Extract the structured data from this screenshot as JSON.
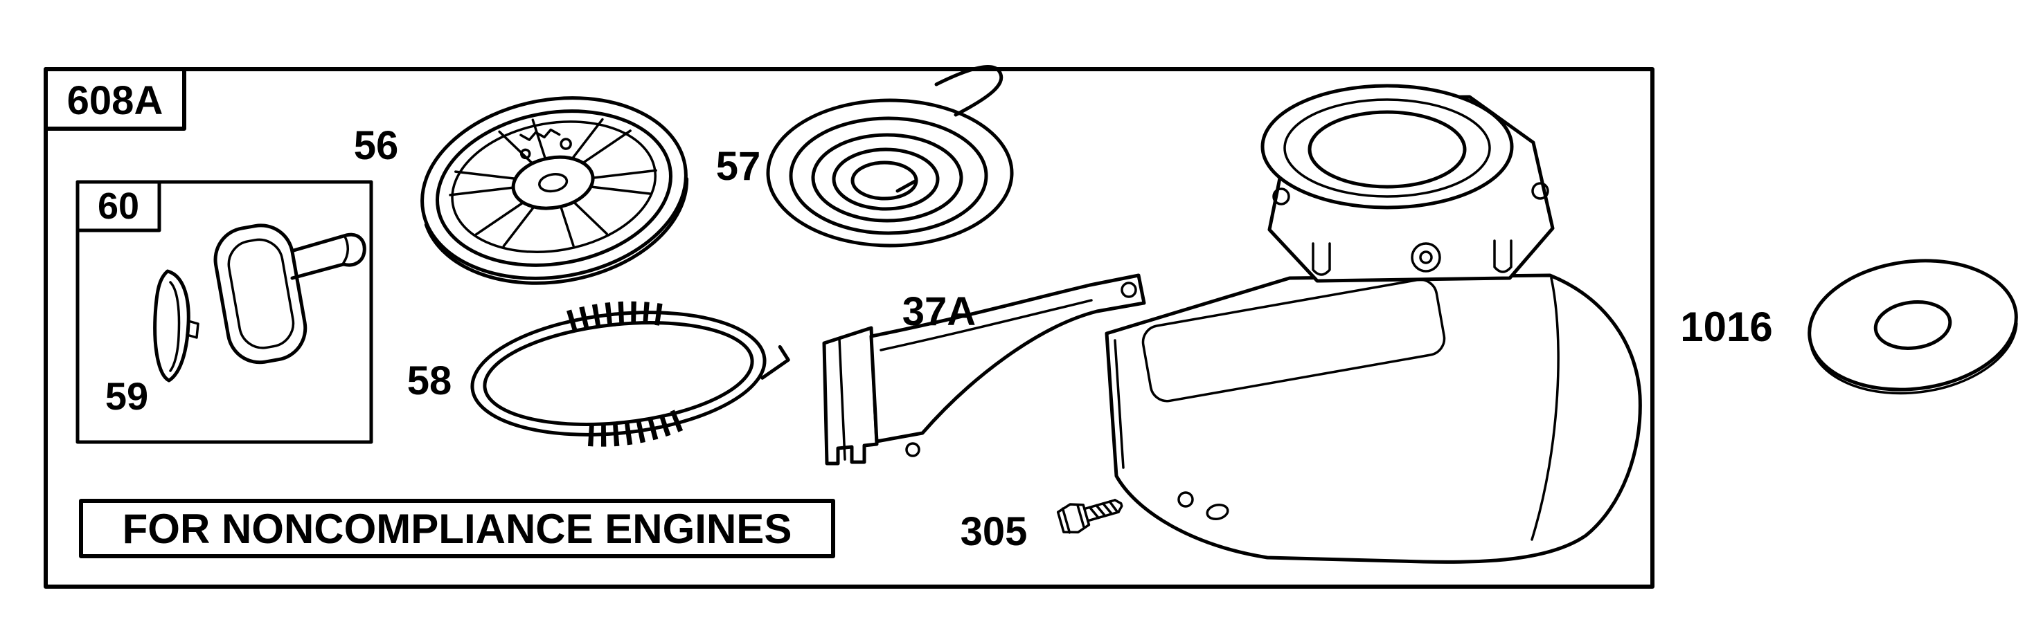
{
  "colors": {
    "ink": "#000000",
    "paper": "#ffffff"
  },
  "diagram": {
    "labels": {
      "frame": "608A",
      "inset_box": "60",
      "pawl": "59",
      "pulley": "56",
      "rewind_spring": "57",
      "starter_spring": "58",
      "bracket": "37A",
      "bolt": "305",
      "washer": "1016"
    },
    "notice": "FOR NONCOMPLIANCE ENGINES"
  }
}
